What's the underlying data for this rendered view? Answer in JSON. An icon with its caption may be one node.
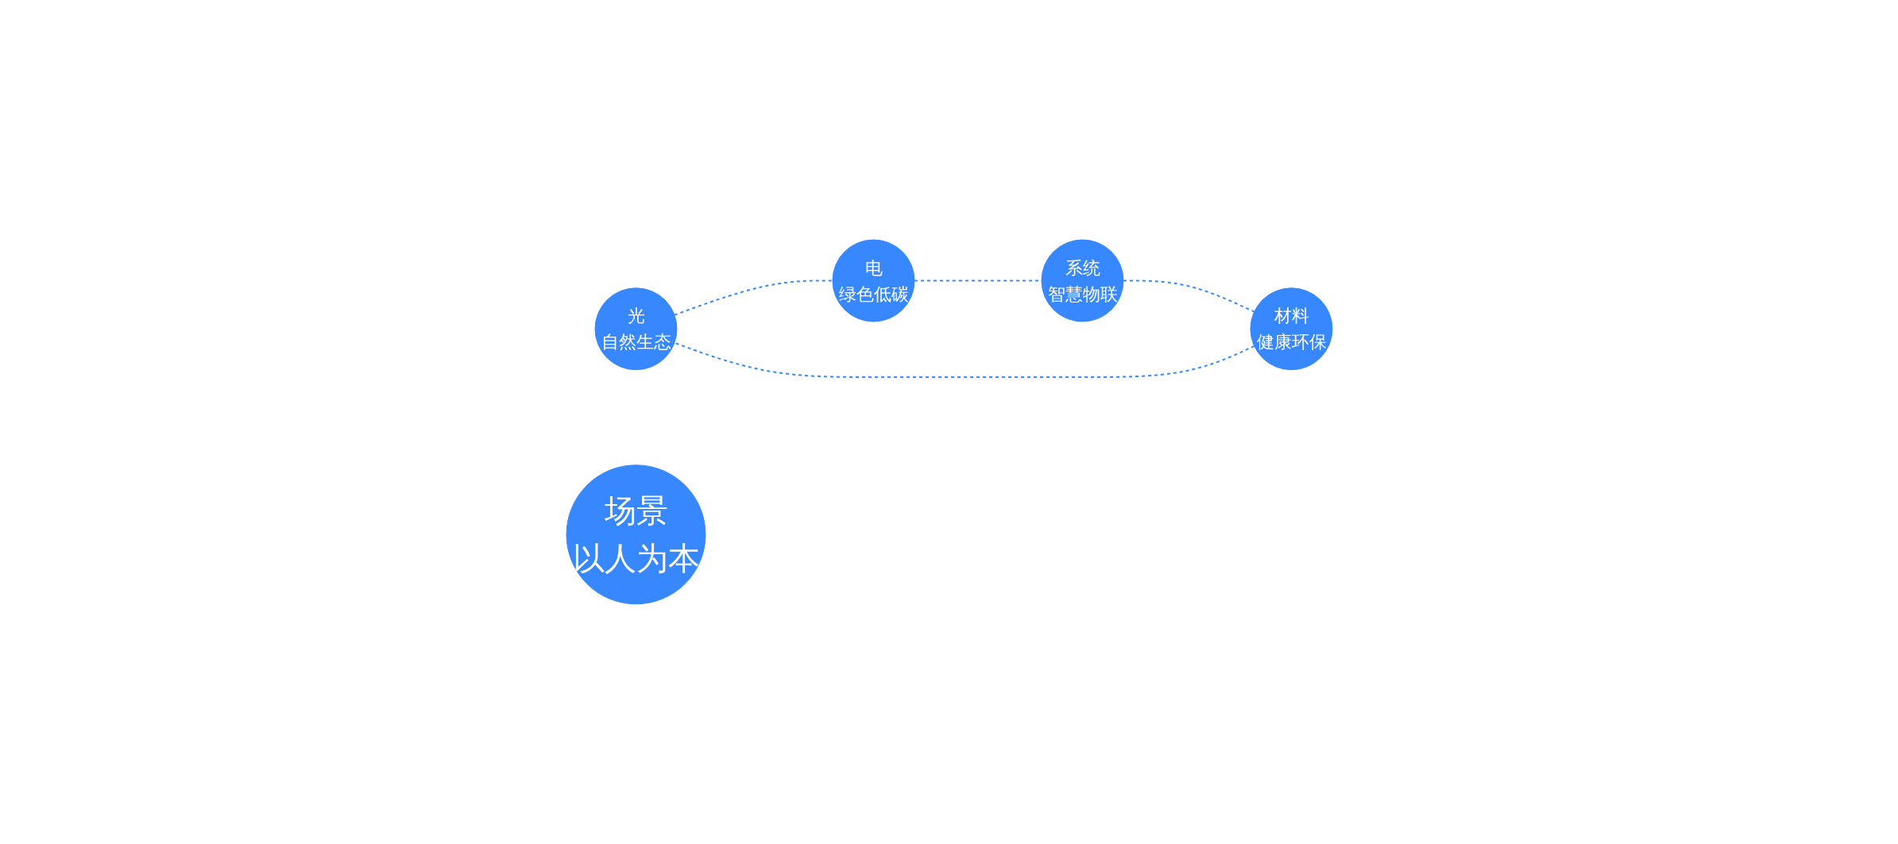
{
  "diagram": {
    "nodes": [
      {
        "text": [
          "光",
          "自然生态"
        ]
      },
      {
        "text": [
          "电",
          "绿色低碳"
        ]
      },
      {
        "text": [
          "场景",
          "以人为本"
        ]
      },
      {
        "text": [
          "材料",
          "健康环保"
        ]
      },
      {
        "text": [
          "系统",
          "智慧物联"
        ]
      }
    ],
    "edges": [
      {
        "from": 0,
        "to": 1,
        "arrow": "none",
        "style": "dashed"
      },
      {
        "from": 1,
        "to": 4,
        "arrow": "none",
        "style": "dashed"
      },
      {
        "from": 4,
        "to": 3,
        "arrow": "none",
        "style": "dashed"
      },
      {
        "from": 3,
        "to": 0,
        "arrow": "none",
        "style": "dashed"
      }
    ]
  }
}
